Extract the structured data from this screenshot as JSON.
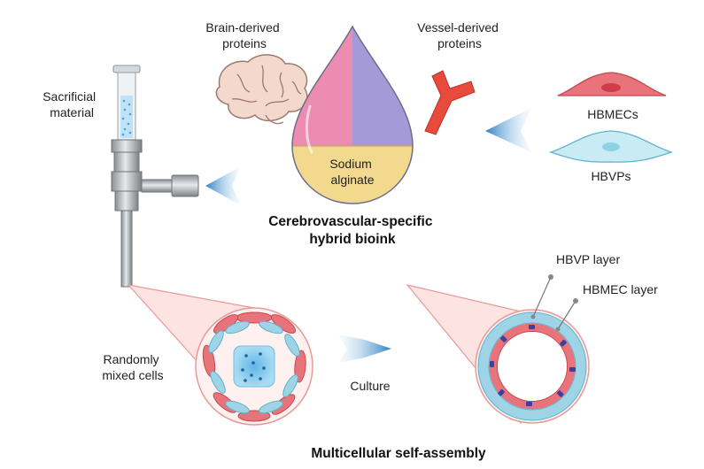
{
  "labels": {
    "brain_proteins": [
      "Brain-derived",
      "proteins"
    ],
    "vessel_proteins": [
      "Vessel-derived",
      "proteins"
    ],
    "sacrificial": [
      "Sacrificial",
      "material"
    ],
    "hbmecs": "HBMECs",
    "hbvps": "HBVPs",
    "sodium_alginate": [
      "Sodium",
      "alginate"
    ],
    "bioink_title": [
      "Cerebrovascular-specific",
      "hybrid bioink"
    ],
    "randomly_mixed": [
      "Randomly",
      "mixed cells"
    ],
    "culture": "Culture",
    "hbvp_layer": "HBVP layer",
    "hbmec_layer": "HBMEC layer",
    "bottom_title": "Multicellular self-assembly"
  },
  "icons": {
    "brain": "brain-icon",
    "vessel": "blood-vessel-icon",
    "syringe": "syringe-icon",
    "drop": "bioink-drop-icon",
    "arrow": "blue-gradient-arrow-icon"
  },
  "colors": {
    "hbmec_cell": "#e8737a",
    "hbvp_cell": "#9fd4e6",
    "drop_pink": "#ec8cb0",
    "drop_purple": "#a49ad8",
    "alginate": "#f3d98e",
    "vessel_red": "#e84a3c",
    "outline_pink": "#e89a9a"
  }
}
